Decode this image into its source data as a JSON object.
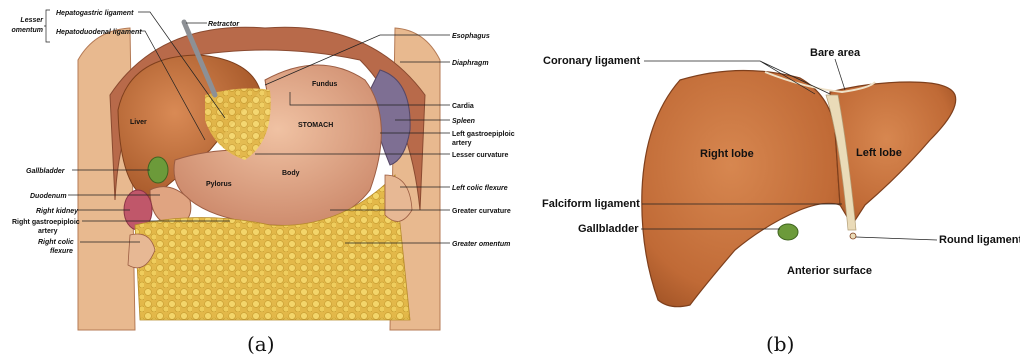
{
  "panel_a": {
    "caption": "(a)",
    "group_label": [
      "Lesser",
      "omentum"
    ],
    "labels": {
      "hepatogastric": "Hepatogastric ligament",
      "hepatoduodenal": "Hepatoduodenal ligament",
      "retractor": "Retractor",
      "esophagus": "Esophagus",
      "diaphragm": "Diaphragm",
      "fundus": "Fundus",
      "liver": "Liver",
      "cardia": "Cardia",
      "stomach": "STOMACH",
      "spleen": "Spleen",
      "left_gastroepiploic_1": "Left gastroepiploic",
      "left_gastroepiploic_2": "artery",
      "lesser_curvature": "Lesser curvature",
      "gallbladder": "Gallbladder",
      "pylorus": "Pylorus",
      "body": "Body",
      "left_colic": "Left colic flexure",
      "duodenum": "Duodenum",
      "right_kidney": "Right kidney",
      "right_gastroepiploic_1": "Right gastroepiploic",
      "right_gastroepiploic_2": "artery",
      "greater_curvature": "Greater curvature",
      "right_colic_1": "Right colic",
      "right_colic_2": "flexure",
      "greater_omentum": "Greater omentum"
    }
  },
  "panel_b": {
    "caption": "(b)",
    "labels": {
      "coronary": "Coronary ligament",
      "bare_area": "Bare area",
      "right_lobe": "Right lobe",
      "left_lobe": "Left lobe",
      "falciform": "Falciform ligament",
      "gallbladder": "Gallbladder",
      "round": "Round ligament",
      "surface": "Anterior surface"
    }
  },
  "colors": {
    "liver": "#c9743f",
    "liver_dark": "#a85a2c",
    "stomach": "#e0a481",
    "fat": "#e8c24a",
    "gallbladder": "#6c9a3a",
    "diaphragm": "#b86a4a",
    "spleen": "#7e6f93"
  }
}
